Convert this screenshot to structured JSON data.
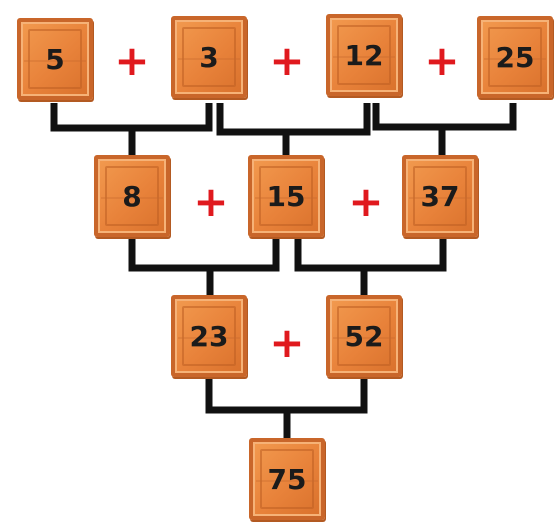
{
  "rows": [
    [
      "5",
      "3",
      "12",
      "25"
    ],
    [
      "8",
      "15",
      "37"
    ],
    [
      "23",
      "52"
    ],
    [
      "75"
    ]
  ],
  "operator": "+",
  "colors": {
    "operator": "#e0191e",
    "box": "#e8823a",
    "line": "#111111"
  },
  "icons": {
    "box_style": "wooden-crate"
  }
}
